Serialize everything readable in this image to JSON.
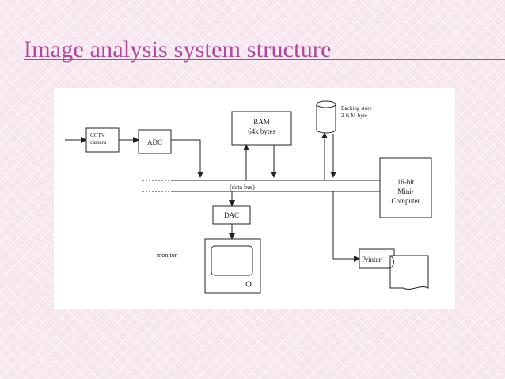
{
  "slide": {
    "title": "Image analysis system structure"
  },
  "diagram": {
    "cctv_label_1": "CCTV",
    "cctv_label_2": "camera",
    "adc_label": "ADC",
    "ram_label_1": "RAM",
    "ram_label_2": "64k bytes",
    "backing_label_1": "Backing store",
    "backing_label_2": "2 ½ M-byte",
    "bus_label": "(data bus)",
    "computer_label_1": "16-bit",
    "computer_label_2": "Mini-",
    "computer_label_3": "Computer",
    "dac_label": "DAC",
    "monitor_label": "monitor",
    "printer_label": "Printer"
  }
}
